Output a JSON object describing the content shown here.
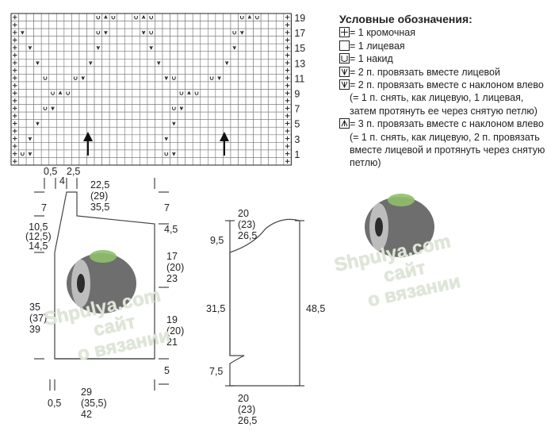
{
  "legend": {
    "title": "Условные обозначения:",
    "items": [
      {
        "symbol": "edge-stitch",
        "text": "= 1 кромочная"
      },
      {
        "symbol": "knit",
        "text": "= 1 лицевая"
      },
      {
        "symbol": "yarn-over",
        "text": "= 1 накид"
      },
      {
        "symbol": "k2tog",
        "text": "= 2 п. провязать вместе лицевой"
      },
      {
        "symbol": "ssk",
        "text": "= 2 п. провязать вместе с наклоном влево (= 1 п. снять, как лицевую, 1 лицевая, затем протянуть ее через снятую петлю)"
      },
      {
        "symbol": "sk2p",
        "text": "= 3 п. провязать вместе с наклоном влево (= 1 п. снять, как лицевую, 2 п. провязать вместе лицевой и протянуть через снятую петлю)"
      }
    ]
  },
  "chart": {
    "row_numbers": [
      "19",
      "17",
      "15",
      "13",
      "11",
      "9",
      "7",
      "5",
      "3",
      "1"
    ],
    "rows": [
      "+..........Y^Y..Y^Y...........Y^Y...+",
      "+V.........YV....VY..........YV.....+",
      "+.V........V......V..........V......+",
      "+..V......V........V........V.......+",
      "+...Y...YV..........VY....YV........+",
      "+....Y^Y..............Y^Y...........+",
      "+...YV...............YV.............+",
      "+..V.................V..............+",
      "+.V.................V...............+",
      "+YV.................YV..............+"
    ]
  },
  "back": {
    "top_left": "0,5",
    "neck": "4",
    "neck2": "2,5",
    "shoulder_width": "22,5 (29) 35,5",
    "left_top": "7",
    "right_top": "7",
    "left_shoulder": "10,5\n(12,5)\n14,5",
    "right_shoulder": "4,5",
    "right_armhole": "17\n(20)\n23",
    "left_side": "35\n(37)\n39",
    "right_side": "19\n(20)\n21",
    "right_hem": "5",
    "bottom_width": "29 (35,5) 42",
    "bottom_left": "0,5"
  },
  "sleeve": {
    "top_width": "20 (23) 26,5",
    "cap": "9,5",
    "length_left": "31,5",
    "length_right": "48,5",
    "cuff": "7,5",
    "bottom_width": "20 (23) 26,5"
  },
  "watermarks": [
    {
      "line1": "Shpulya.com",
      "line2": "сайт",
      "line3": "о вязании"
    },
    {
      "line1": "Shpulya.com",
      "line2": "сайт",
      "line3": "о вязании"
    }
  ],
  "colors": {
    "line": "#111111",
    "grid": "#777777",
    "watermark": "#d8e0d0"
  }
}
